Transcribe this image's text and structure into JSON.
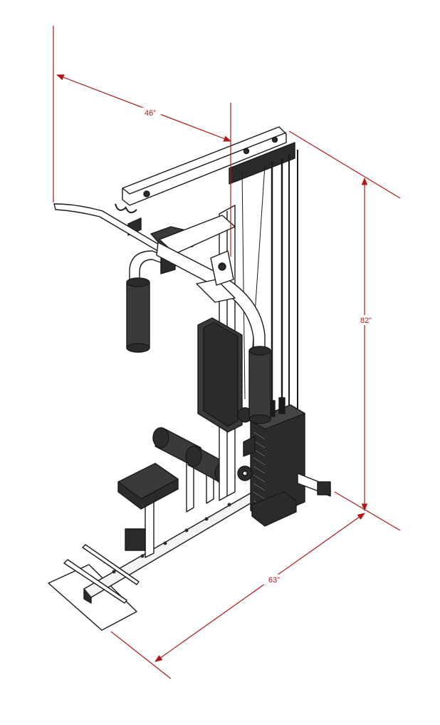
{
  "dimensions": {
    "width_label": "46”",
    "height_label": "82”",
    "length_label": "63”"
  },
  "colors": {
    "dimension": "#b01818",
    "outline": "#1a1a1a",
    "pad": "#3a3a3a",
    "frame": "#ffffff",
    "weight": "#2b2b2b"
  }
}
